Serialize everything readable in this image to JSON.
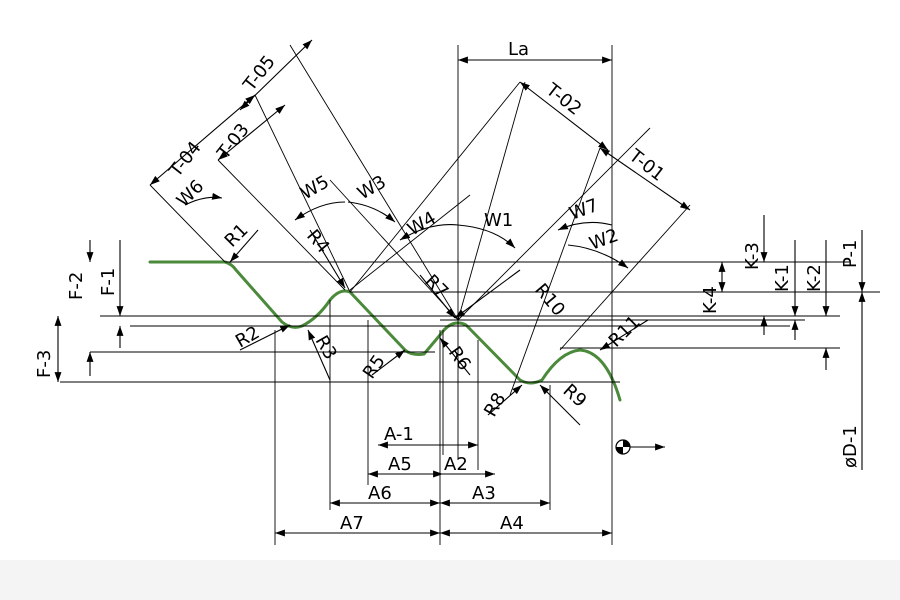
{
  "labels": {
    "La": "La",
    "T01": "T-01",
    "T02": "T-02",
    "T03": "T-03",
    "T04": "T-04",
    "T05": "T-05",
    "W1": "W1",
    "W2": "W2",
    "W3": "W3",
    "W4": "W4",
    "W5": "W5",
    "W6": "W6",
    "W7": "W7",
    "R1": "R1",
    "R2": "R2",
    "R3": "R3",
    "R4": "R4",
    "R5": "R5",
    "R6": "R6",
    "R7": "R7",
    "R8": "R8",
    "R9": "R9",
    "R10": "R10",
    "R11": "R11",
    "F1": "F-1",
    "F2": "F-2",
    "F3": "F-3",
    "K1": "K-1",
    "K2": "K-2",
    "K3": "K-3",
    "K4": "K-4",
    "P1": "P-1",
    "D1": "øD-1",
    "A1": "A-1",
    "A2": "A2",
    "A3": "A3",
    "A4": "A4",
    "A5": "A5",
    "A6": "A6",
    "A7": "A7"
  },
  "colors": {
    "profile": "#4a8a3a",
    "lines": "#000000",
    "footer": "#f4f4f4"
  }
}
